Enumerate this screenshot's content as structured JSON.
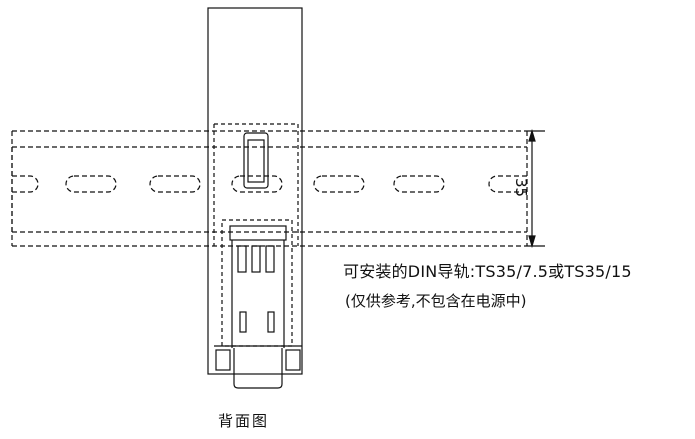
{
  "dimension": {
    "rail_height": "35"
  },
  "mounting_note": "可安装的DIN导轨:TS35/7.5或TS35/15",
  "disclaimer": "(仅供参考,不包含在电源中)",
  "view_caption": "背面图",
  "colors": {
    "line": "#111111",
    "background": "#ffffff"
  }
}
